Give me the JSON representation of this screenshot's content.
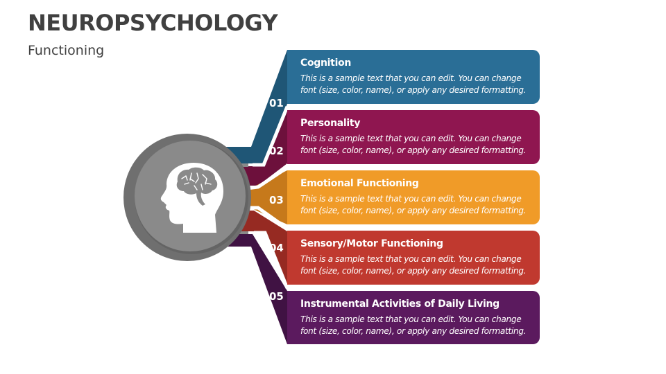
{
  "header": {
    "title": "NEUROPSYCHOLOGY",
    "subtitle": "Functioning"
  },
  "center": {
    "icon": "head-brain-icon",
    "outer_ring_color": "#6f6f6f",
    "inner_circle_color": "#8a8a8a"
  },
  "items": [
    {
      "number": "01",
      "title": "Cognition",
      "text": "This is a sample text that you can edit. You can change font (size, color, name), or apply any desired formatting.",
      "color": "#2a6e96",
      "dark": "#1f5676"
    },
    {
      "number": "02",
      "title": "Personality",
      "text": "This is a sample text that you can edit. You can change font (size, color, name), or apply any desired formatting.",
      "color": "#8f1650",
      "dark": "#6d103c"
    },
    {
      "number": "03",
      "title": "Emotional Functioning",
      "text": "This is a sample text that you can edit. You can change font (size, color, name), or apply any desired formatting.",
      "color": "#f09b28",
      "dark": "#c6791b"
    },
    {
      "number": "04",
      "title": "Sensory/Motor Functioning",
      "text": "This is a sample text that you can edit. You can change font (size, color, name), or apply any desired formatting.",
      "color": "#c0392f",
      "dark": "#962a22"
    },
    {
      "number": "05",
      "title": "Instrumental Activities of Daily Living",
      "text": "This is a sample text that you can edit. You can change font (size, color, name), or apply any desired formatting.",
      "color": "#5b1a5e",
      "dark": "#401243"
    }
  ]
}
